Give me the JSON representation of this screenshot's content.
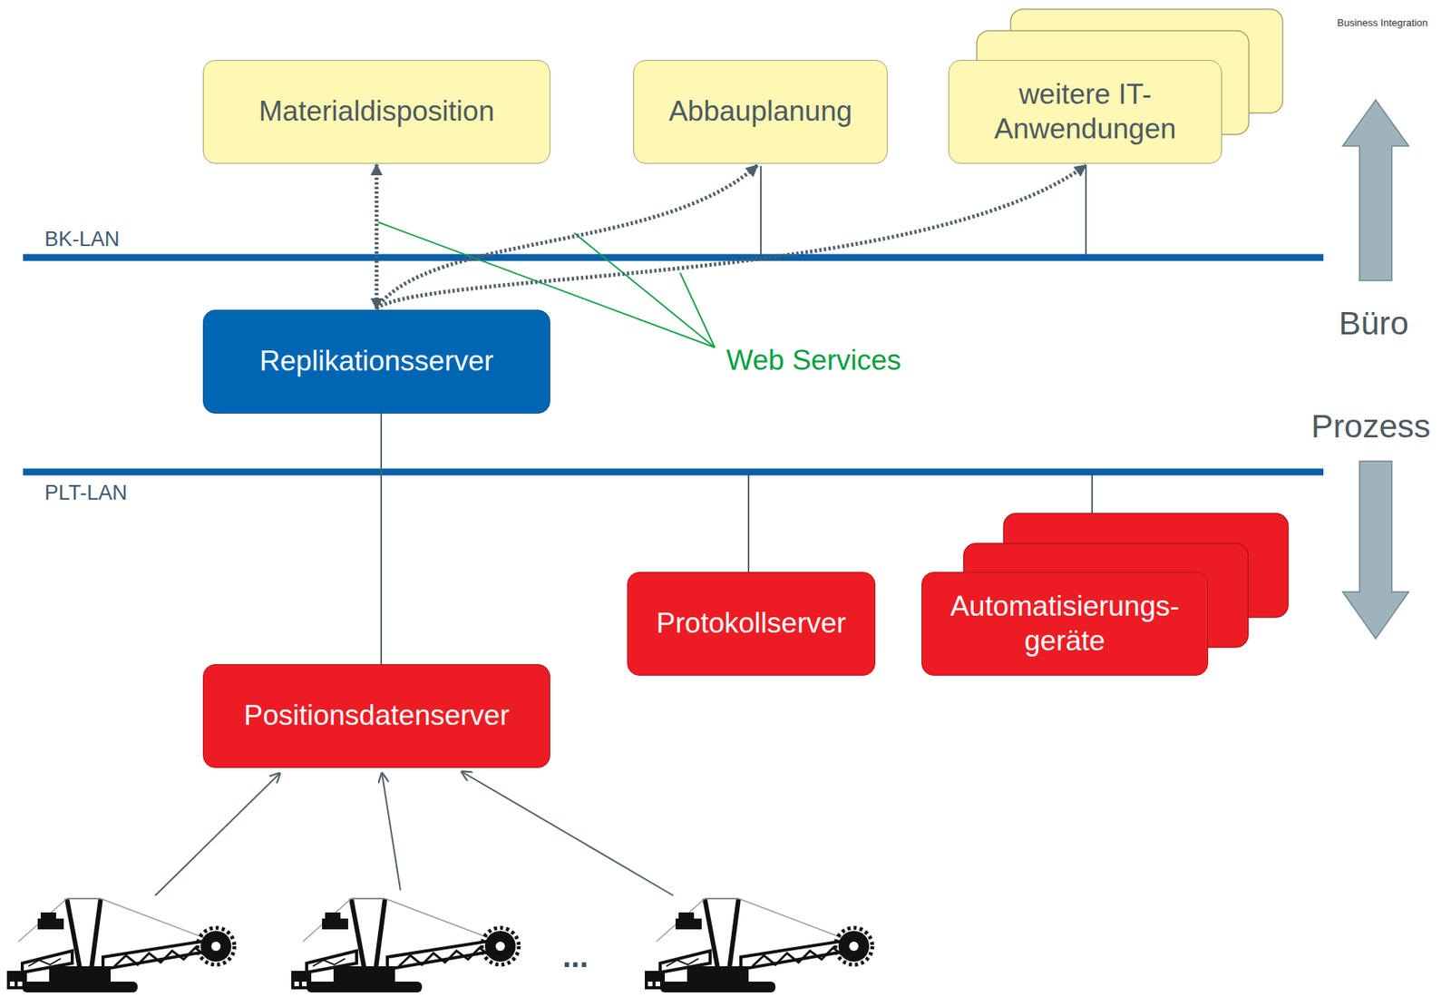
{
  "diagram": {
    "nodes": [
      {
        "text": [
          "Materialdisposition"
        ]
      },
      {
        "text": [
          "Abbauplanung"
        ]
      },
      {
        "text": [
          "weitere IT- Anwendungen"
        ]
      },
      {
        "text": [
          "Replikationsserver"
        ]
      },
      {
        "text": [
          "Protokollserver"
        ]
      },
      {
        "text": [
          "Automatisierungs- geräte"
        ]
      },
      {
        "text": [
          "Positionsdatenserver"
        ]
      }
    ],
    "edges": [
      {
        "from": 3,
        "to": 0,
        "arrow": "both"
      },
      {
        "from": 3,
        "to": 1,
        "arrow": "to"
      },
      {
        "from": 3,
        "to": 2,
        "arrow": "to"
      },
      {
        "from": 6,
        "to": 3,
        "arrow": "none"
      }
    ],
    "labels": [
      "BK-LAN",
      "PLT-LAN",
      "Web Services",
      "Büro",
      "Prozess",
      "...",
      "Business Integration"
    ]
  }
}
